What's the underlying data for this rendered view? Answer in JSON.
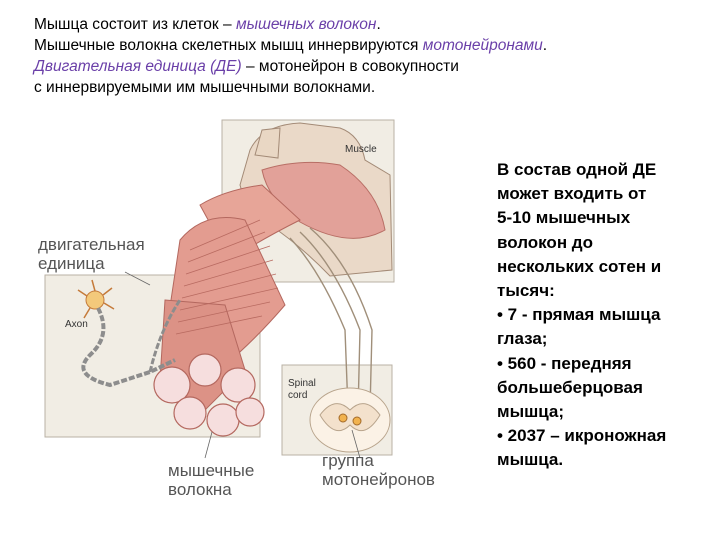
{
  "intro": {
    "line1": {
      "pre": "Мышца состоит из клеток – ",
      "term": "мышечных волокон",
      "post": "."
    },
    "line2": {
      "pre": "Мышечные волокна скелетных мышц иннервируются ",
      "term": "мотонейронами",
      "post": "."
    },
    "line3": {
      "term": "Двигательная единица (ДЕ)",
      "post": " – мотонейрон в совокупности"
    },
    "line4": "с иннервируемыми им мышечными волокнами."
  },
  "figure": {
    "label_muscle": "Muscle",
    "label_axon": "Axon",
    "label_spinal1": "Spinal",
    "label_spinal2": "cord",
    "label_motor_unit1": "двигательная",
    "label_motor_unit2": "единица",
    "label_fibers1": "мышечные",
    "label_fibers2": "волокна",
    "label_group1": "группа",
    "label_group2": "мотонейронов"
  },
  "sidebar": {
    "lines": [
      "В состав одной ДЕ",
      "может входить от",
      "5-10 мышечных",
      "волокон до",
      "нескольких сотен и",
      "тысяч:",
      "• 7 - прямая мышца",
      "глаза;",
      "• 560 - передняя",
      "большеберцовая",
      "мышца;",
      "• 2037 – икроножная",
      "мышца."
    ]
  },
  "colors": {
    "highlight": "#6a3fa8",
    "muscle": "#e8a69a",
    "panel": "#f1ede4"
  }
}
